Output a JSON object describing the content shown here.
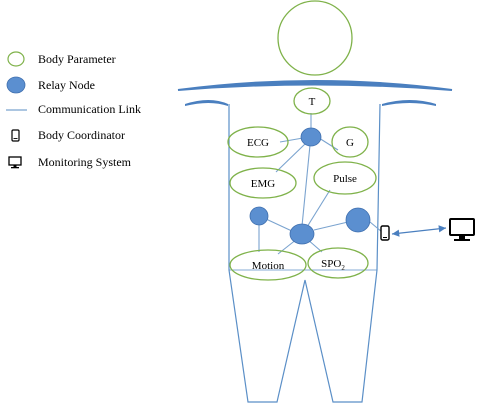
{
  "legend": {
    "body_parameter": "Body Parameter",
    "relay_node": "Relay Node",
    "communication_link": "Communication Link",
    "body_coordinator": "Body Coordinator",
    "monitoring_system": "Monitoring System"
  },
  "sensors": {
    "t": "T",
    "ecg": "ECG",
    "g": "G",
    "emg": "EMG",
    "pulse": "Pulse",
    "motion": "Motion",
    "spo2_base": "SPO",
    "spo2_sub": "2"
  },
  "colors": {
    "body_outline": "#5b8fc7",
    "shoulder_fill": "#4a7fbf",
    "sensor_outline": "#7fb24a",
    "relay_fill": "#5b8fd0",
    "relay_stroke": "#3f6fae",
    "link": "#7aa3cf",
    "double_arrow": "#4a7fbf"
  },
  "icons": {
    "body_coordinator": "phone-icon",
    "monitoring_system": "monitor-icon"
  }
}
